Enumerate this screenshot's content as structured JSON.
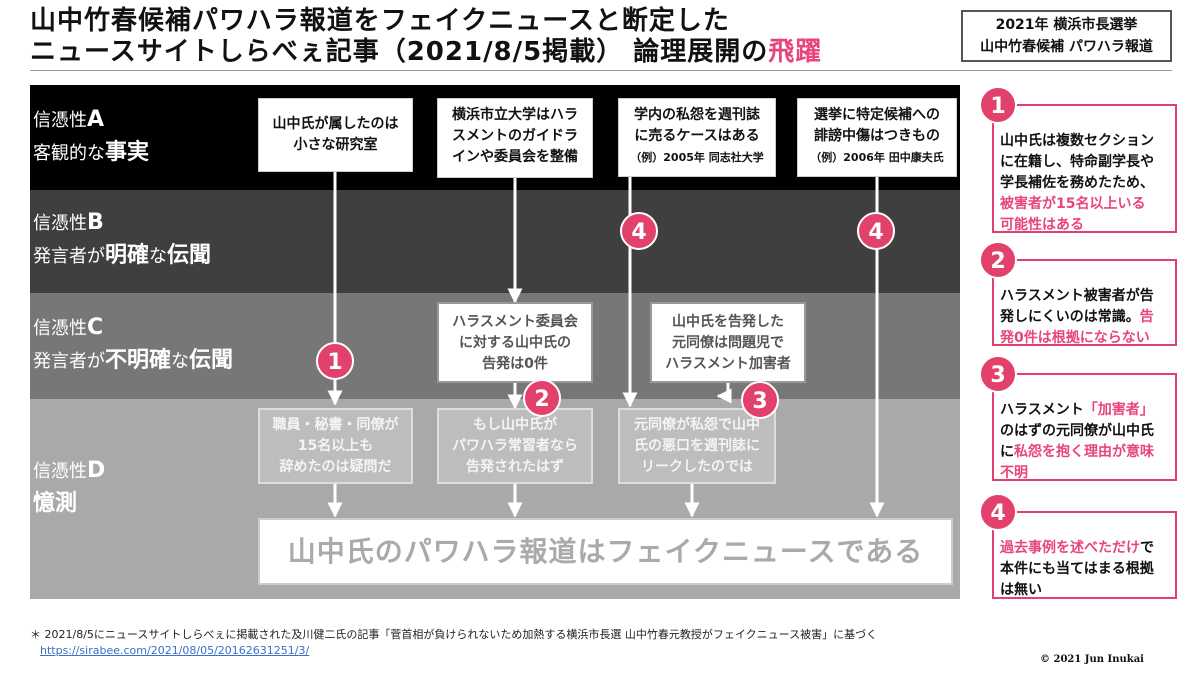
{
  "title": {
    "line1": "山中竹春候補パワハラ報道をフェイクニュースと断定した",
    "line2_prefix": "ニュースサイトしらべぇ記事（2021/8/5掲載） 論理展開の",
    "line2_accent": "飛躍"
  },
  "election_box": {
    "line1": "2021年 横浜市長選挙",
    "line2": "山中竹春候補 パワハラ報道"
  },
  "levels": [
    {
      "head_prefix": "信憑性",
      "head_letter": "A",
      "desc_main": "客観的な",
      "desc_strong": "事実",
      "desc_mid": "",
      "desc_tail": ""
    },
    {
      "head_prefix": "信憑性",
      "head_letter": "B",
      "desc_main": "発言者が",
      "desc_strong": "明確",
      "desc_mid": "な",
      "desc_tail": "伝聞"
    },
    {
      "head_prefix": "信憑性",
      "head_letter": "C",
      "desc_main": "発言者が",
      "desc_strong": "不明確",
      "desc_mid": "な",
      "desc_tail": "伝聞"
    },
    {
      "head_prefix": "信憑性",
      "head_letter": "D",
      "desc_main": "",
      "desc_strong": "憶測",
      "desc_mid": "",
      "desc_tail": ""
    }
  ],
  "facts": [
    {
      "l1": "山中氏が属したのは",
      "l2": "小さな研究室",
      "l3": ""
    },
    {
      "l1": "横浜市立大学はハラ",
      "l2": "スメントのガイドラ",
      "l3": "インや委員会を整備"
    },
    {
      "l1": "学内の私怨を週刊誌",
      "l2": "に売るケースはある",
      "l3": "（例）2005年 同志社大学"
    },
    {
      "l1": "選挙に特定候補への",
      "l2": "誹謗中傷はつきもの",
      "l3": "（例）2006年 田中康夫氏"
    }
  ],
  "hearsay": [
    {
      "l1": "ハラスメント委員会",
      "l2": "に対する山中氏の",
      "l3": "告発は0件"
    },
    {
      "l1": "山中氏を告発した",
      "l2": "元同僚は問題児で",
      "l3": "ハラスメント加害者"
    }
  ],
  "speculation": [
    {
      "l1": "職員・秘書・同僚が",
      "l2": "15名以上も",
      "l3": "辞めたのは疑問だ"
    },
    {
      "l1": "もし山中氏が",
      "l2": "パワハラ常習者なら",
      "l3": "告発されたはず"
    },
    {
      "l1": "元同僚が私怨で山中",
      "l2": "氏の悪口を週刊誌に",
      "l3": "リークしたのでは"
    }
  ],
  "conclusion": "山中氏のパワハラ報道はフェイクニュースである",
  "badges": [
    "1",
    "2",
    "3",
    "4",
    "4"
  ],
  "notes": [
    {
      "num": "1",
      "p1": "山中氏は複数セクション",
      "p2": "に在籍し、特命副学長や",
      "p3": "学長補佐を務めたため、",
      "pk1": "被害者が15名以上いる",
      "pk2": "可能性はある"
    },
    {
      "num": "2",
      "p1": "ハラスメント被害者が告",
      "p2a": "発しにくいのは常識。",
      "pk2": "告",
      "pk3": "発0件は根拠にならない"
    },
    {
      "num": "3",
      "p1a": "ハラスメント",
      "pk1": "「加害者」",
      "p2": "のはずの元同僚が山中氏",
      "p3a": "に",
      "pk3": "私怨を抱く理由が意味",
      "pk4": "不明"
    },
    {
      "num": "4",
      "pk1": "過去事例を述べただけ",
      "p1b": "で",
      "p2": "本件にも当てはまる根拠",
      "p3": "は無い"
    }
  ],
  "footnote": "＊ 2021/8/5にニュースサイトしらべぇに掲載された及川健二氏の記事「菅首相が負けられないため加熱する横浜市長選 山中竹春元教授がフェイクニュース被害」に基づく",
  "url": "https://sirabee.com/2021/08/05/20162631251/3/",
  "copyright": "© 2021 Jun Inukai",
  "colors": {
    "accent": "#e2416c",
    "band_a": "#000000",
    "band_b": "#3f3f3f",
    "band_c": "#777777",
    "band_d": "#a9a9a9"
  }
}
